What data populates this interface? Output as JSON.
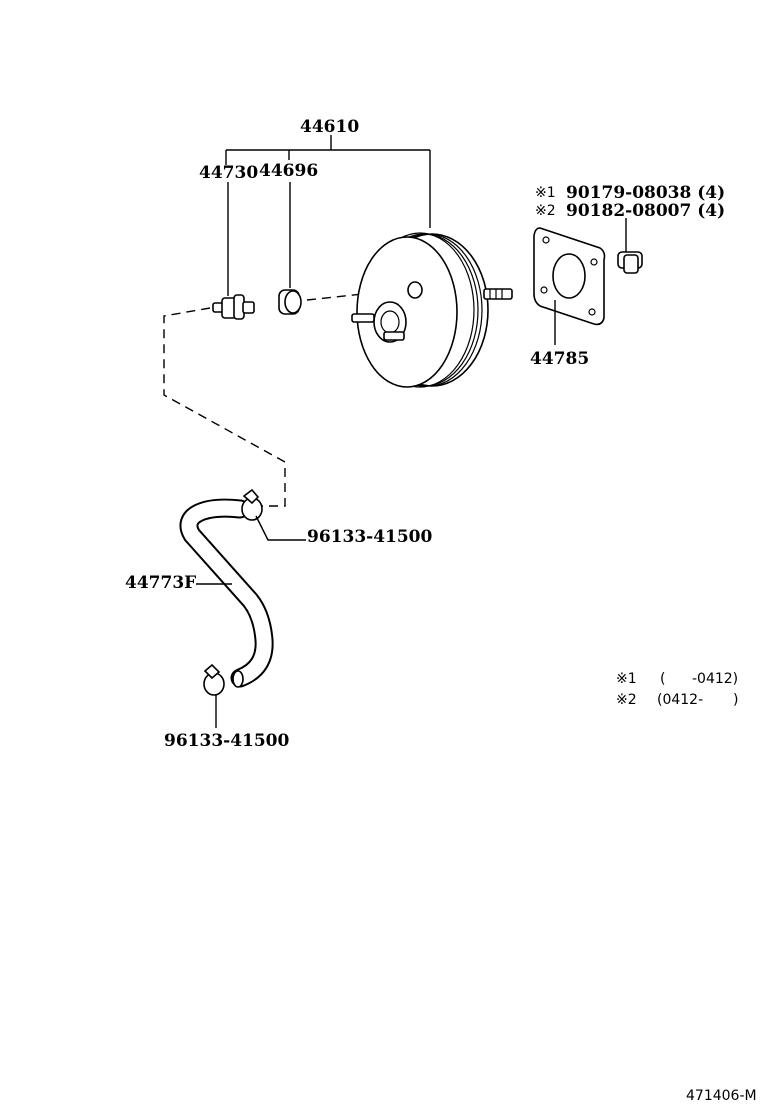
{
  "diagram": {
    "diagram_id": "471406-M",
    "labels": {
      "booster_assembly": "44610",
      "check_valve": "44730",
      "grommet": "44696",
      "gasket": "44785",
      "vacuum_hose": "44773F",
      "clip_upper": "96133-41500",
      "clip_lower": "96133-41500",
      "nut_variant_1_mark": "※1",
      "nut_variant_1": "90179-08038 (4)",
      "nut_variant_2_mark": "※2",
      "nut_variant_2": "90182-08007 (4)"
    },
    "notes": [
      {
        "mark": "※1",
        "range_open": "(",
        "range_text": "-0412)"
      },
      {
        "mark": "※2",
        "range_open": "(0412-",
        "range_text": ")"
      }
    ]
  }
}
